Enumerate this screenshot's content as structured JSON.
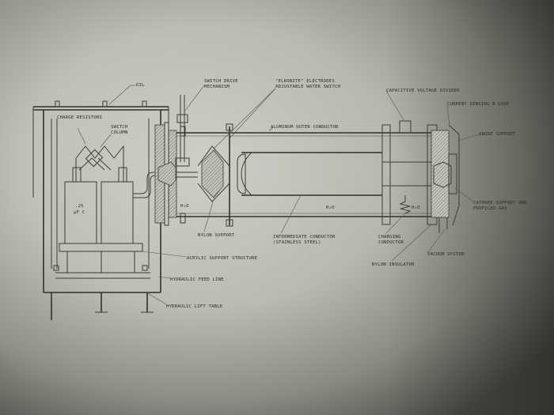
{
  "labels": {
    "oil": "OIL",
    "switch_drive": "SWITCH DRIVE",
    "switch_drive_2": "MECHANISM",
    "elkonite": "\"ELKONITE\" ELECTRODES",
    "elkonite_2": "ADJUSTABLE WATER SWITCH",
    "cap_divider": "CAPACITIVE VOLTAGE DIVIDER",
    "current_sensing": "CURRENT SENSING B LOOP",
    "charge_resistors": "CHARGE RESISTORS",
    "switch_column": "SWITCH",
    "switch_column_2": "COLUMN",
    "aluminum_outer": "ALUMINUM OUTER CONDUCTOR",
    "anode_support": "ANODE SUPPORT",
    "cap_value": ".25",
    "cap_unit": "μF C",
    "h2o_1": "H₂O",
    "h2o_2": "H₂O",
    "h2o_3": "H₂O",
    "cathode_support": "CATHODE SUPPORT AND",
    "cathode_support_2": "PROFILED GAS",
    "nylon_support": "NYLON SUPPORT",
    "intermediate": "INTERMEDIATE CONDUCTOR",
    "intermediate_2": "(STAINLESS STEEL)",
    "charging": "CHARGING",
    "charging_2": "CONDUCTOR",
    "acrylic": "ACRYLIC SUPPORT STRUCTURE",
    "vacuum": "VACUUM SYSTEM",
    "nylon_insulator": "NYLON INSULATOR",
    "hydraulic_feed": "HYDRAULIC FEED LINE",
    "hydraulic_lift": "HYDRAULIC LIFT TABLE"
  },
  "colors": {
    "paper_light": "#c9ccc0",
    "paper_mid": "#9fa297",
    "paper_dark": "#4d504a",
    "ink": "#2f312d"
  }
}
